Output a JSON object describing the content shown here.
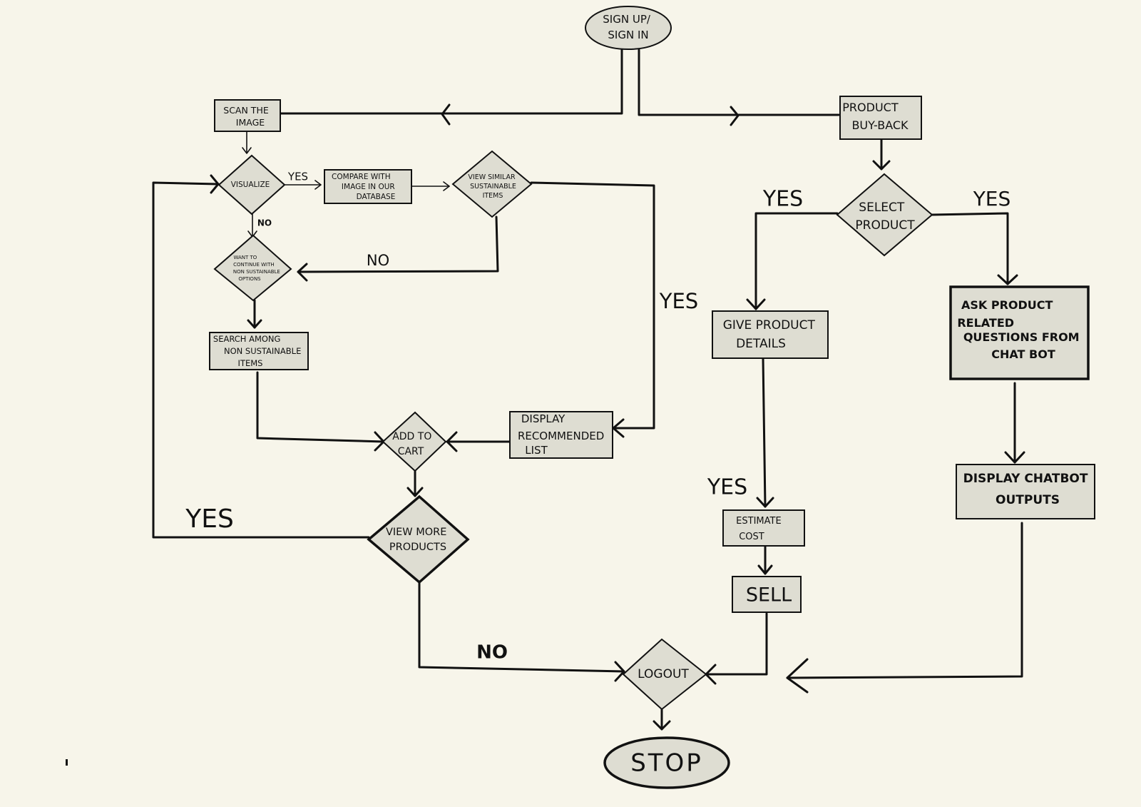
{
  "nodes": {
    "signup": [
      "SIGN UP/",
      "SIGN IN"
    ],
    "scan_image": [
      "SCAN THE",
      "IMAGE"
    ],
    "visualize": [
      "VISUALIZE"
    ],
    "compare": [
      "COMPARE WITH",
      "IMAGE IN OUR",
      "DATABASE"
    ],
    "view_similar": [
      "VIEW SIMILAR",
      "SUSTAINABLE",
      "ITEMS"
    ],
    "want_continue": [
      "WANT TO",
      "CONTINUE WITH",
      "NON SUSTAINABLE",
      "OPTIONS"
    ],
    "search_among": [
      "SEARCH AMONG",
      "NON SUSTAINABLE",
      "ITEMS"
    ],
    "add_to_cart": [
      "ADD TO",
      "CART"
    ],
    "display_recommended": [
      "DISPLAY",
      "RECOMMENDED",
      "LIST"
    ],
    "view_more": [
      "VIEW MORE",
      "PRODUCTS"
    ],
    "product_buyback": [
      "PRODUCT",
      "BUY-BACK"
    ],
    "select_product": [
      "SELECT",
      "PRODUCT"
    ],
    "give_details": [
      "GIVE PRODUCT",
      "DETAILS"
    ],
    "ask_questions": [
      "ASK PRODUCT",
      "RELATED",
      "QUESTIONS FROM",
      "CHAT BOT"
    ],
    "estimate_cost": [
      "ESTIMATE",
      "COST"
    ],
    "sell": [
      "SELL"
    ],
    "display_chatbot": [
      "DISPLAY CHATBOT",
      "OUTPUTS"
    ],
    "logout": [
      "LOGOUT"
    ],
    "stop": [
      "STOP"
    ]
  },
  "edge_labels": {
    "visualize_yes": "YES",
    "visualize_no": "NO",
    "view_similar_no": "NO",
    "view_similar_yes": "YES",
    "view_more_yes": "YES",
    "view_more_no": "NO",
    "select_yes_left": "YES",
    "select_yes_right": "YES",
    "details_yes": "YES"
  },
  "colors": {
    "background": "#f7f5ea",
    "shape_fill": "#deddd2",
    "stroke": "#111111"
  }
}
